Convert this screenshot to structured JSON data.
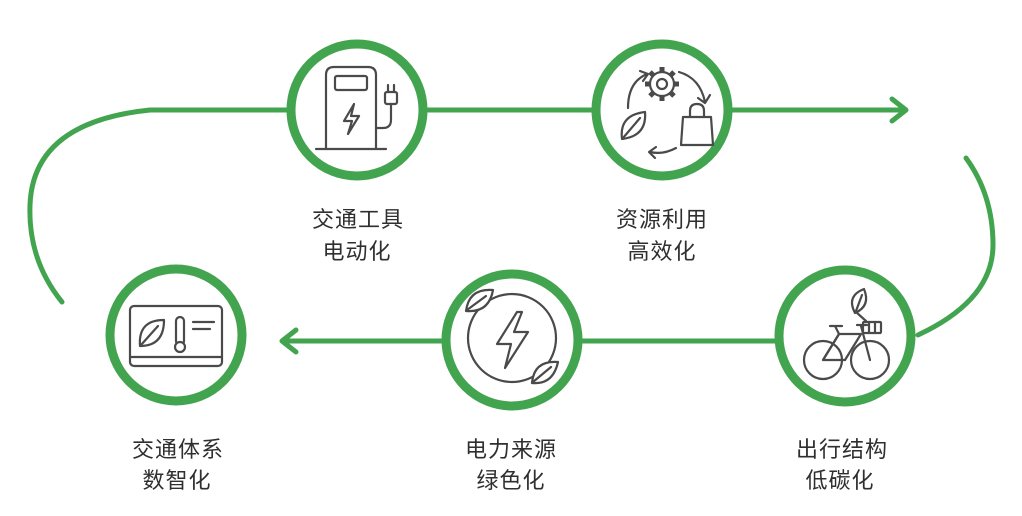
{
  "diagram": {
    "steps": [
      {
        "line1": "交通工具",
        "line2": "电动化",
        "icon": "ev-charger-icon"
      },
      {
        "line1": "资源利用",
        "line2": "高效化",
        "icon": "recycle-icon"
      },
      {
        "line1": "出行结构",
        "line2": "低碳化",
        "icon": "bicycle-icon"
      },
      {
        "line1": "电力来源",
        "line2": "绿色化",
        "icon": "green-power-icon"
      },
      {
        "line1": "交通体系",
        "line2": "数智化",
        "icon": "smart-monitor-icon"
      }
    ]
  },
  "colors": {
    "accent": "#43a44f",
    "icon": "#4a4a4a",
    "text": "#2f2f2f"
  }
}
